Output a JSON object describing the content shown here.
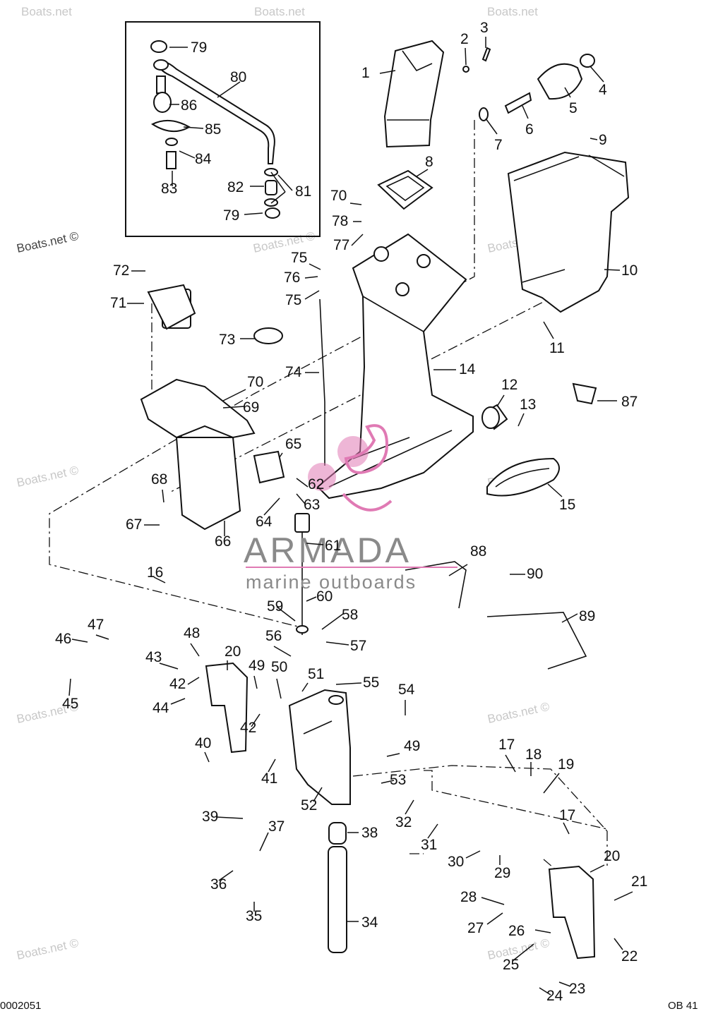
{
  "watermarks": {
    "text": "Boats.net",
    "copyright_text": "Boats.net ©"
  },
  "brand": {
    "name": "ARMADA",
    "tagline": "marine outboards",
    "accent_color": "#e07ab4"
  },
  "footer": {
    "left_code": "0002051",
    "right_code": "OB 41"
  },
  "parts": [
    {
      "n": "1"
    },
    {
      "n": "2"
    },
    {
      "n": "3"
    },
    {
      "n": "4"
    },
    {
      "n": "5"
    },
    {
      "n": "6"
    },
    {
      "n": "7"
    },
    {
      "n": "8"
    },
    {
      "n": "9"
    },
    {
      "n": "10"
    },
    {
      "n": "11"
    },
    {
      "n": "12"
    },
    {
      "n": "13"
    },
    {
      "n": "14"
    },
    {
      "n": "15"
    },
    {
      "n": "16"
    },
    {
      "n": "17"
    },
    {
      "n": "17"
    },
    {
      "n": "18"
    },
    {
      "n": "19"
    },
    {
      "n": "20"
    },
    {
      "n": "20"
    },
    {
      "n": "21"
    },
    {
      "n": "22"
    },
    {
      "n": "23"
    },
    {
      "n": "24"
    },
    {
      "n": "25"
    },
    {
      "n": "26"
    },
    {
      "n": "27"
    },
    {
      "n": "28"
    },
    {
      "n": "29"
    },
    {
      "n": "30"
    },
    {
      "n": "31"
    },
    {
      "n": "32"
    },
    {
      "n": "34"
    },
    {
      "n": "35"
    },
    {
      "n": "36"
    },
    {
      "n": "37"
    },
    {
      "n": "38"
    },
    {
      "n": "39"
    },
    {
      "n": "40"
    },
    {
      "n": "41"
    },
    {
      "n": "42"
    },
    {
      "n": "42"
    },
    {
      "n": "43"
    },
    {
      "n": "44"
    },
    {
      "n": "45"
    },
    {
      "n": "46"
    },
    {
      "n": "47"
    },
    {
      "n": "48"
    },
    {
      "n": "49"
    },
    {
      "n": "49"
    },
    {
      "n": "50"
    },
    {
      "n": "51"
    },
    {
      "n": "52"
    },
    {
      "n": "53"
    },
    {
      "n": "54"
    },
    {
      "n": "55"
    },
    {
      "n": "56"
    },
    {
      "n": "57"
    },
    {
      "n": "58"
    },
    {
      "n": "59"
    },
    {
      "n": "60"
    },
    {
      "n": "61"
    },
    {
      "n": "62"
    },
    {
      "n": "63"
    },
    {
      "n": "64"
    },
    {
      "n": "65"
    },
    {
      "n": "66"
    },
    {
      "n": "67"
    },
    {
      "n": "68"
    },
    {
      "n": "69"
    },
    {
      "n": "70"
    },
    {
      "n": "70"
    },
    {
      "n": "71"
    },
    {
      "n": "72"
    },
    {
      "n": "73"
    },
    {
      "n": "74"
    },
    {
      "n": "75"
    },
    {
      "n": "75"
    },
    {
      "n": "76"
    },
    {
      "n": "77"
    },
    {
      "n": "78"
    },
    {
      "n": "79"
    },
    {
      "n": "79"
    },
    {
      "n": "80"
    },
    {
      "n": "81"
    },
    {
      "n": "82"
    },
    {
      "n": "83"
    },
    {
      "n": "84"
    },
    {
      "n": "85"
    },
    {
      "n": "86"
    },
    {
      "n": "87"
    },
    {
      "n": "88"
    },
    {
      "n": "89"
    },
    {
      "n": "90"
    }
  ]
}
